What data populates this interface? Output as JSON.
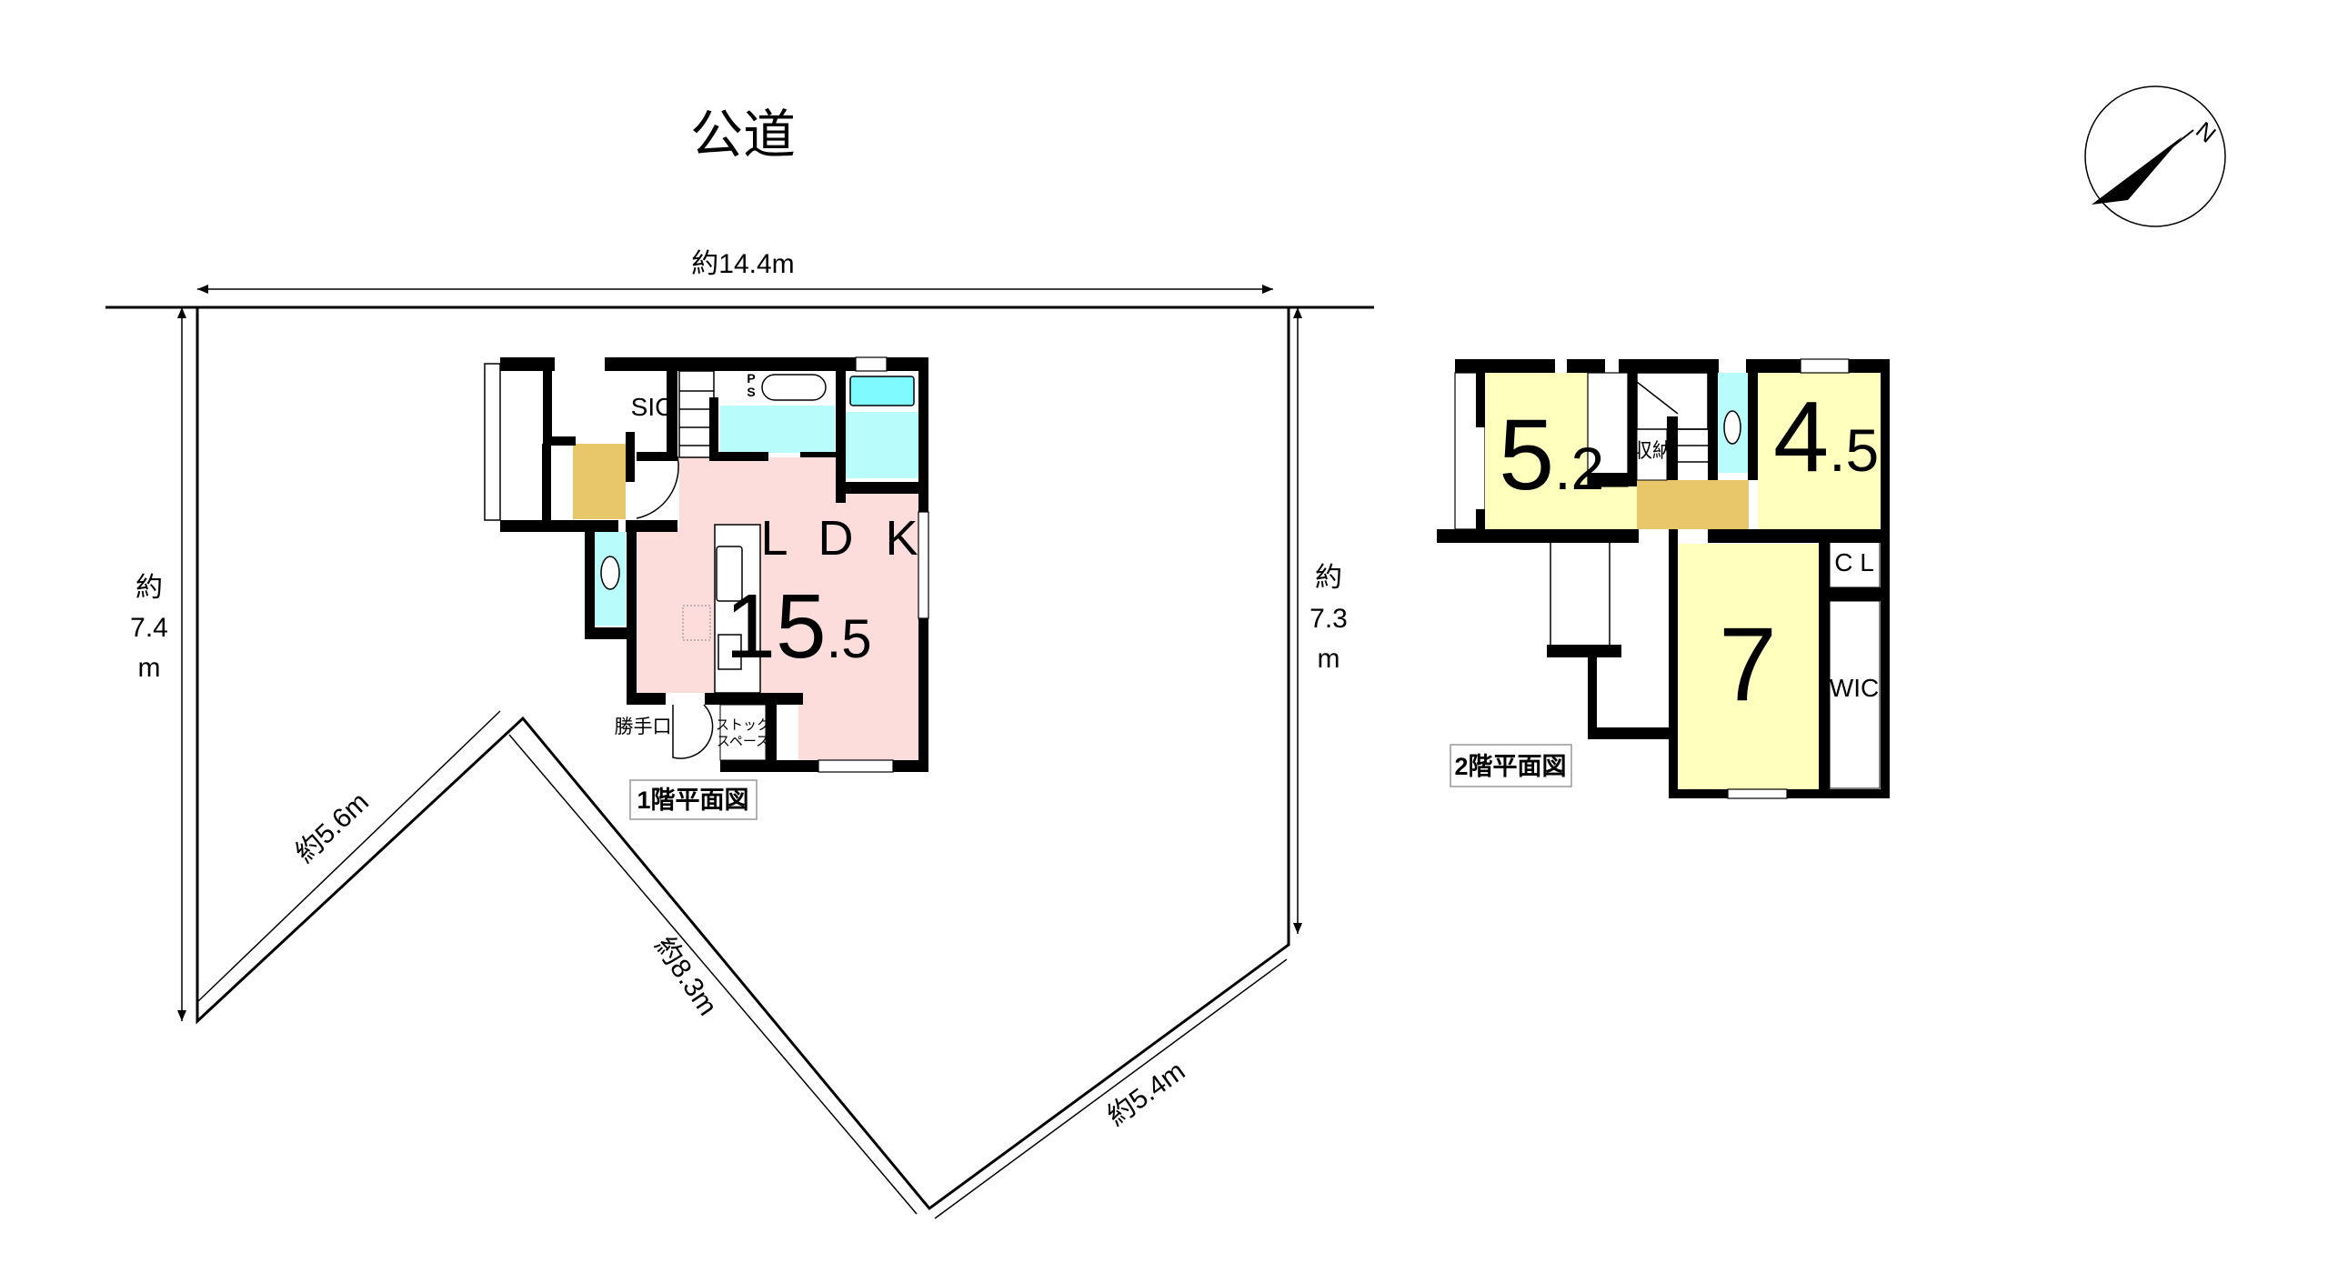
{
  "site": {
    "road_label": "公道",
    "dimensions": {
      "top": "約14.4m",
      "left": [
        "約",
        "7.4",
        "m"
      ],
      "right": [
        "約",
        "7.3",
        "m"
      ],
      "lower_left": "約5.6m",
      "middle": "約8.3m",
      "lower_right": "約5.4m"
    },
    "compass_label": "N"
  },
  "floor1": {
    "title": "1階平面図",
    "rooms": {
      "ldk_label": "L D K",
      "ldk_size_int": "15",
      "ldk_size_dec": ".5",
      "sic": "SIC",
      "ps_1": "P",
      "ps_2": "S",
      "back_door": "勝手口",
      "stock_1": "ストック",
      "stock_2": "スペース"
    }
  },
  "floor2": {
    "title": "2階平面図",
    "rooms": {
      "room_a_int": "5",
      "room_a_dec": ".2",
      "room_b_int": "4",
      "room_b_dec": ".5",
      "room_c": "7",
      "storage": "収納",
      "closet": "C L",
      "wic": "WIC"
    }
  },
  "colors": {
    "ldk": "#FDDCDC",
    "wet": "#B8FCFC",
    "bedroom": "#FFFFBE",
    "floor_wood": "#E8C66A"
  }
}
